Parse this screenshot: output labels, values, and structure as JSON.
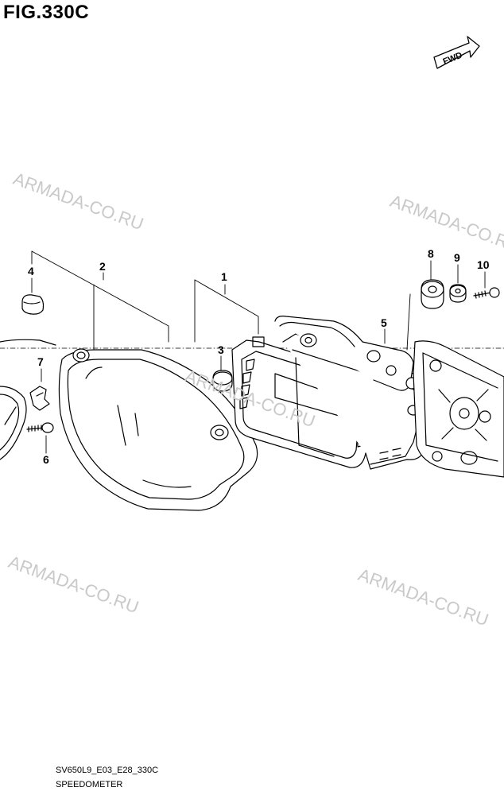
{
  "figure": {
    "title": "FIG.330C"
  },
  "direction": {
    "label": "FWD"
  },
  "callouts": [
    "1",
    "2",
    "3",
    "4",
    "5",
    "6",
    "7",
    "8",
    "9",
    "10"
  ],
  "watermark": {
    "text": "ARMADA-CO.RU"
  },
  "footer": {
    "code": "SV650L9_E03_E28_330C",
    "name": "SPEEDOMETER"
  },
  "colors": {
    "line": "#000000",
    "watermark": "#c9c9c9",
    "background": "#ffffff"
  }
}
